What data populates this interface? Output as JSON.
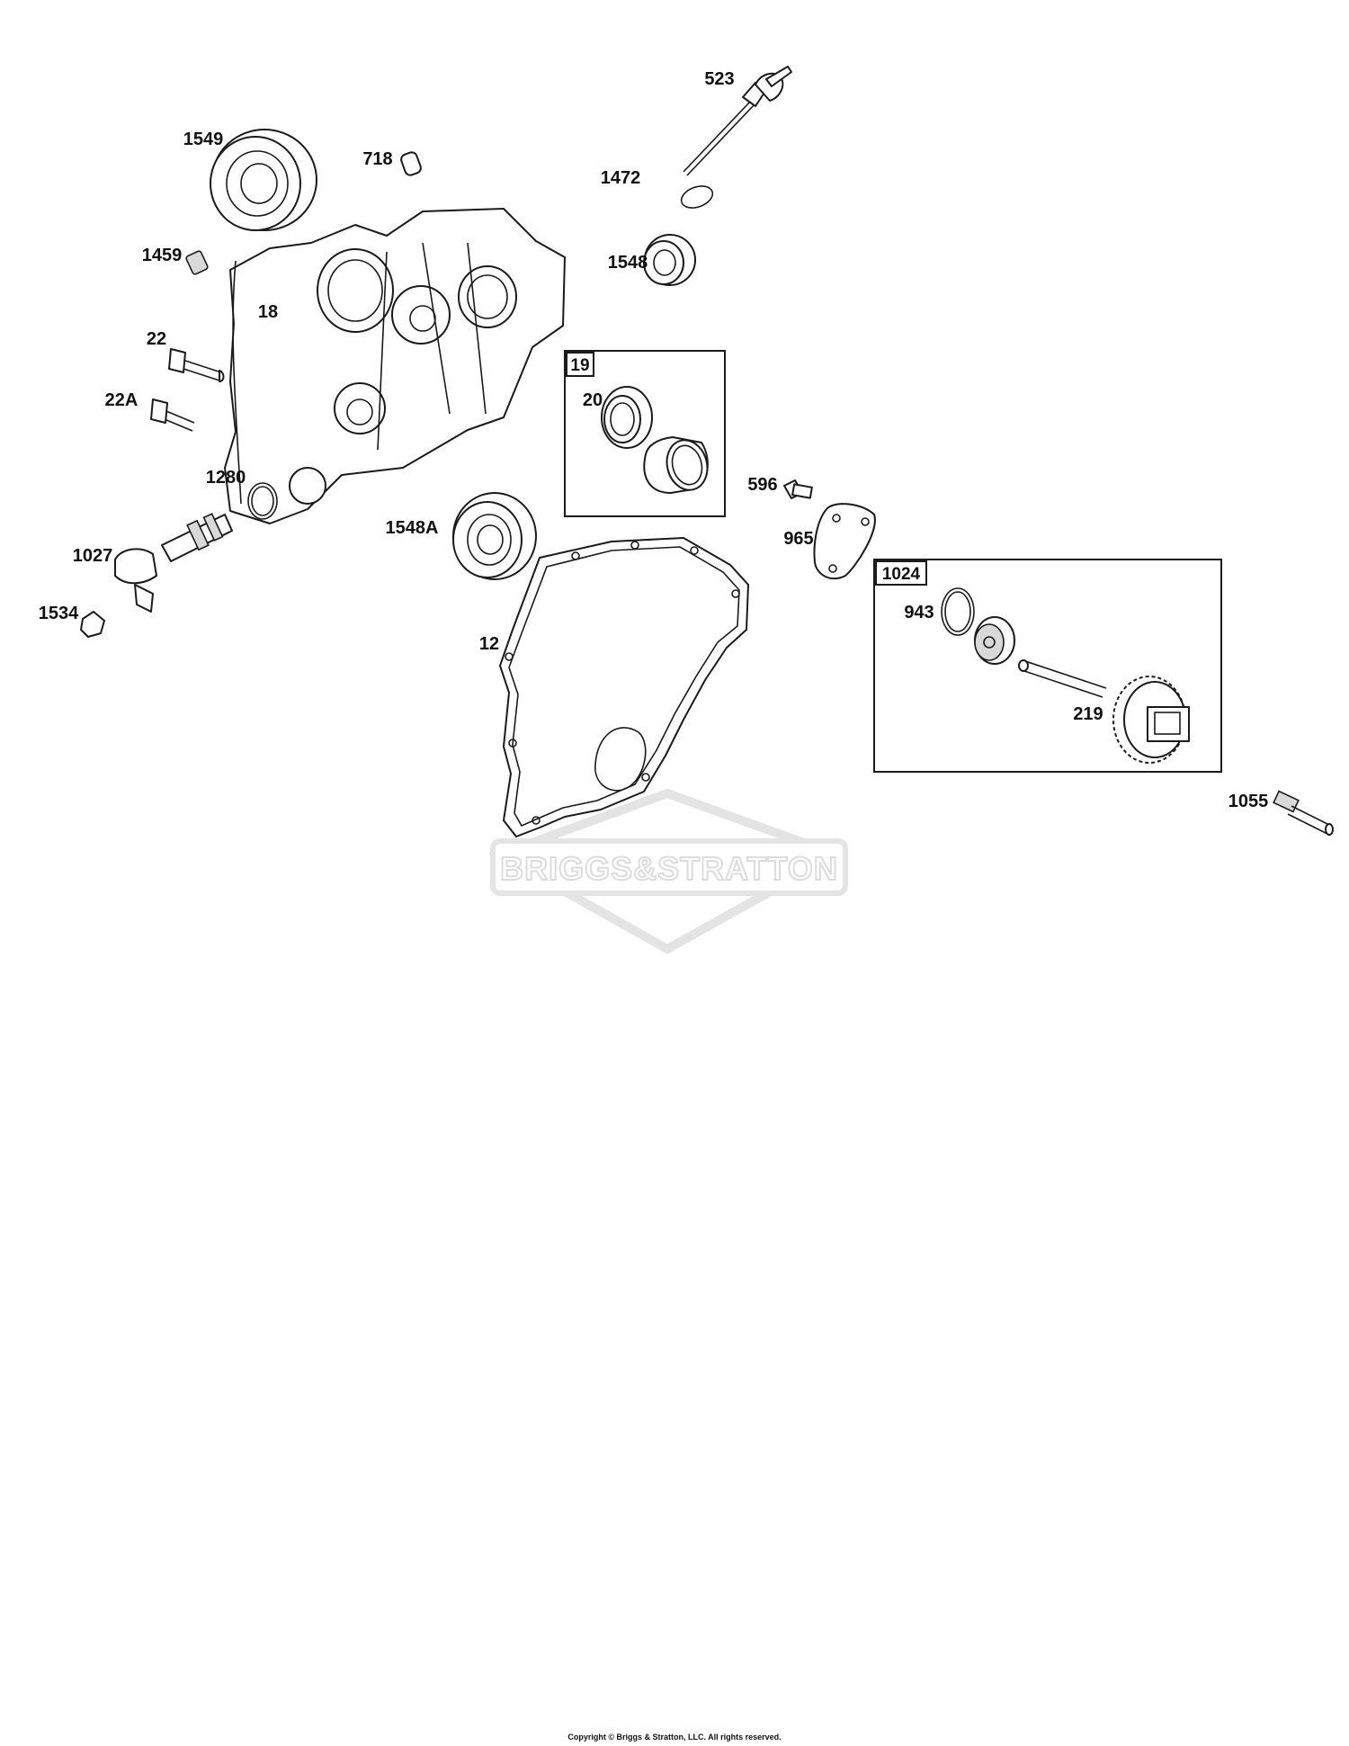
{
  "callouts": {
    "c523": "523",
    "c1549": "1549",
    "c718": "718",
    "c1472": "1472",
    "c1548": "1548",
    "c1459": "1459",
    "c18": "18",
    "c22": "22",
    "c22A": "22A",
    "c19": "19",
    "c20": "20",
    "c1280": "1280",
    "c596": "596",
    "c1548A": "1548A",
    "c965": "965",
    "c1027": "1027",
    "c1024": "1024",
    "c943": "943",
    "c1534": "1534",
    "c12": "12",
    "c219": "219",
    "c1055": "1055"
  },
  "watermark": {
    "brand_text": "BRIGGS&STRATTON"
  },
  "footer": {
    "copyright": "Copyright © Briggs & Stratton, LLC. All rights reserved."
  },
  "colors": {
    "line": "#1a1a1a",
    "watermark": "#e4e4e4",
    "background": "#ffffff"
  }
}
